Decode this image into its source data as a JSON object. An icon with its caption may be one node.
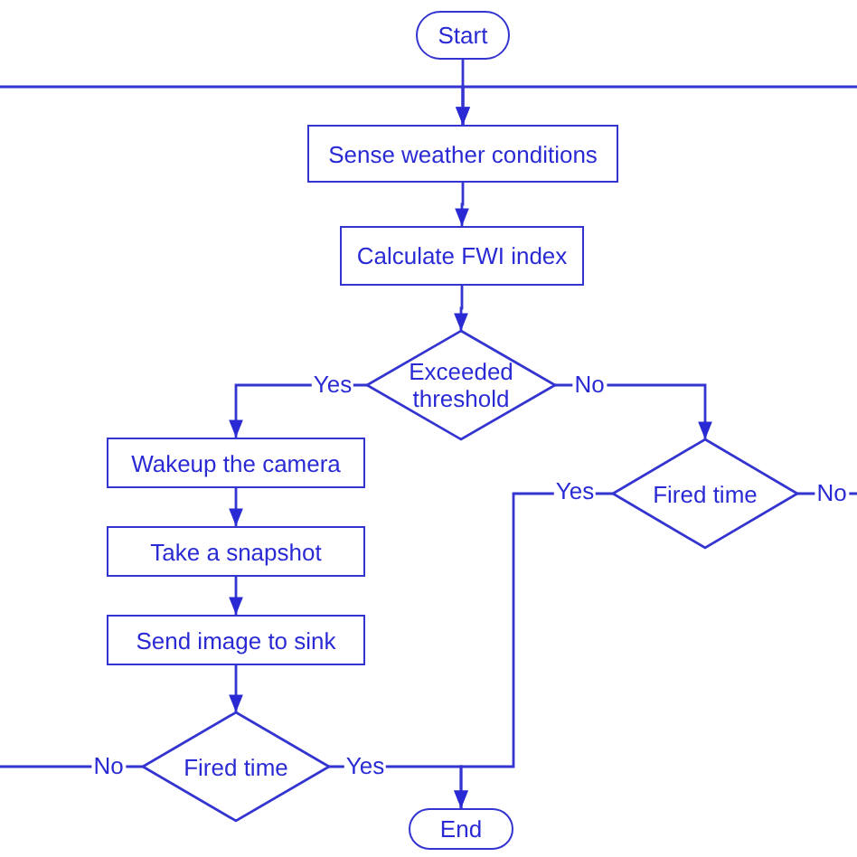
{
  "diagram": {
    "nodes": [
      {
        "text": [
          "Start"
        ]
      },
      {
        "text": [
          "Sense weather conditions"
        ]
      },
      {
        "text": [
          "Calculate FWI index"
        ]
      },
      {
        "text": [
          "Exceeded threshold"
        ]
      },
      {
        "text": [
          "Wakeup the camera"
        ]
      },
      {
        "text": [
          "Take a snapshot"
        ]
      },
      {
        "text": [
          "Send image to sink"
        ]
      },
      {
        "text": [
          "Fired time"
        ]
      },
      {
        "text": [
          "Fired time"
        ]
      },
      {
        "text": [
          "End"
        ]
      }
    ],
    "edges": [
      {
        "from": 0,
        "to": 1,
        "arrow": "to"
      },
      {
        "from": 1,
        "to": 2,
        "arrow": "to"
      },
      {
        "from": 2,
        "to": 3,
        "arrow": "to"
      },
      {
        "from": 3,
        "to": 4,
        "arrow": "to",
        "label": "Yes"
      },
      {
        "from": 3,
        "to": 8,
        "arrow": "to",
        "label": "No"
      },
      {
        "from": 4,
        "to": 5,
        "arrow": "to"
      },
      {
        "from": 5,
        "to": 6,
        "arrow": "to"
      },
      {
        "from": 6,
        "to": 7,
        "arrow": "to"
      },
      {
        "from": 8,
        "to": 9,
        "arrow": "to",
        "label": "Yes"
      },
      {
        "from": 8,
        "to": 1,
        "arrow": "to",
        "label": "No"
      },
      {
        "from": 7,
        "to": 1,
        "arrow": "to",
        "label": "No"
      },
      {
        "from": 7,
        "to": 9,
        "arrow": "to",
        "label": "Yes"
      }
    ]
  }
}
